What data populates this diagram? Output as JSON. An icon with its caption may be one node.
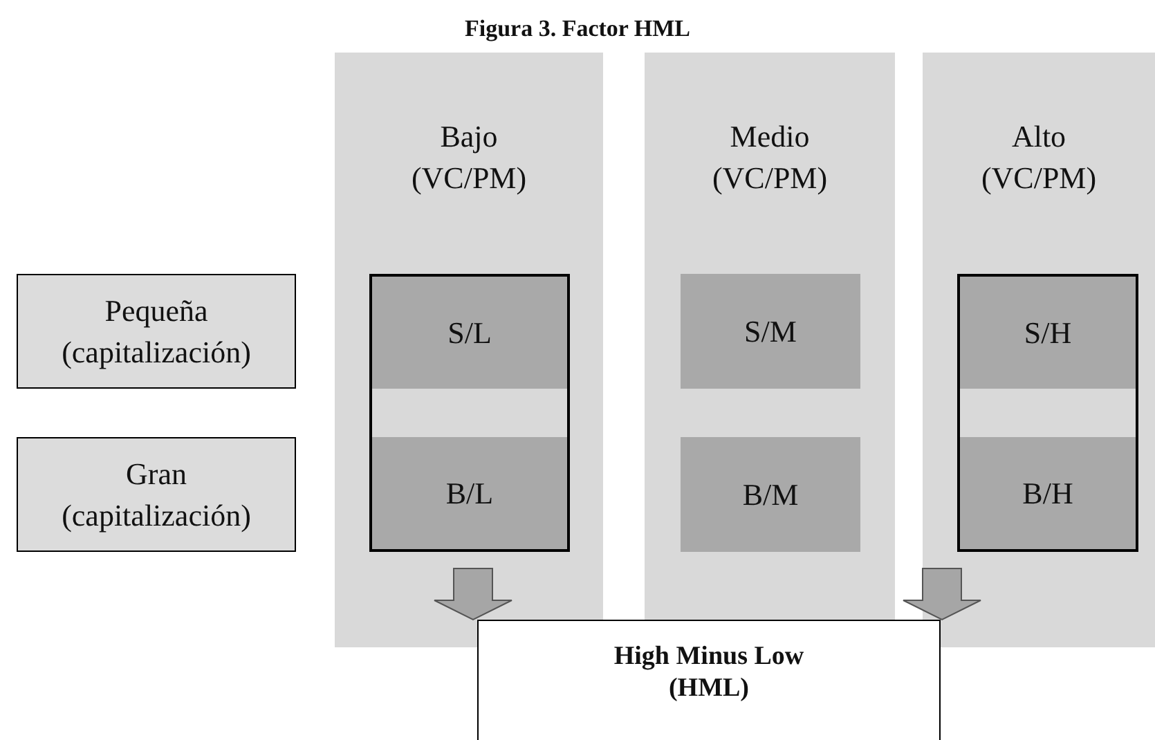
{
  "diagram": {
    "title": "Figura 3. Factor HML",
    "nodes": [
      {
        "text": [
          "Bajo (VC/PM)"
        ]
      },
      {
        "text": [],
        "shape": "box",
        "in": 0
      },
      {
        "text": [
          "S/L"
        ],
        "in": 1
      },
      {
        "text": [
          "B/L"
        ],
        "in": 1
      },
      {
        "text": [
          "Medio (VC/PM)"
        ]
      },
      {
        "text": [
          "S/M"
        ],
        "in": 4
      },
      {
        "text": [
          "B/M"
        ],
        "in": 4
      },
      {
        "text": [
          "Alto (VC/PM)"
        ]
      },
      {
        "text": [],
        "shape": "box",
        "in": 7
      },
      {
        "text": [
          "S/H"
        ],
        "in": 8
      },
      {
        "text": [
          "B/H"
        ],
        "in": 8
      },
      {
        "text": [
          "Pequeña (capitalización)"
        ]
      },
      {
        "text": [
          "Gran (capitalización)"
        ]
      },
      {
        "text": [
          "High Minus Low (HML)"
        ]
      }
    ],
    "edges": [
      {
        "from": 1,
        "to": 13,
        "arrow": "to"
      },
      {
        "from": 8,
        "to": 13,
        "arrow": "to"
      }
    ]
  }
}
